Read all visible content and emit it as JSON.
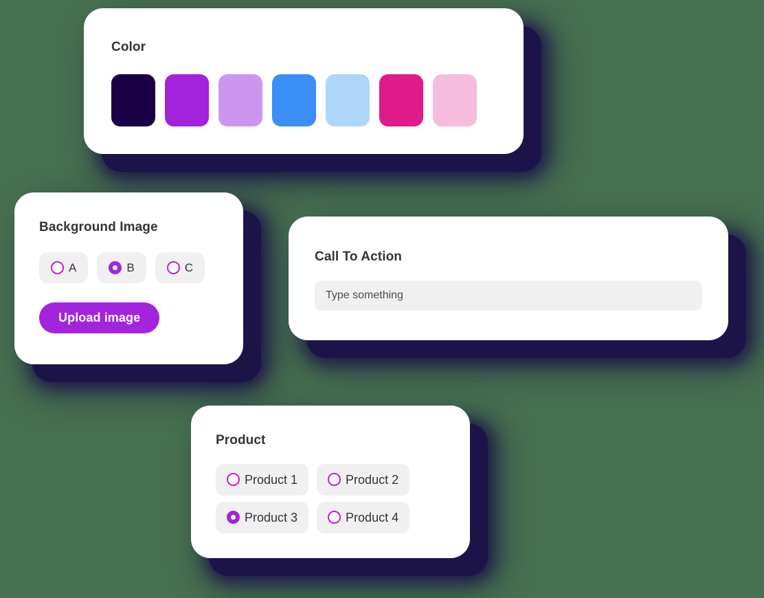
{
  "theme": {
    "page_background": "#47704F",
    "card_background": "#FFFFFF",
    "card_shadow": "#1C1449",
    "accent_purple": "#A424DD",
    "radio_ring": "#C41FC4",
    "chip_background": "#F0F0F0",
    "text_color": "#33343A"
  },
  "color_card": {
    "title": "Color",
    "swatches": [
      {
        "name": "swatch-dark-indigo",
        "hex": "#1A0045"
      },
      {
        "name": "swatch-purple",
        "hex": "#A322DB"
      },
      {
        "name": "swatch-light-purple",
        "hex": "#CD96EE"
      },
      {
        "name": "swatch-blue",
        "hex": "#3A8EF6"
      },
      {
        "name": "swatch-light-blue",
        "hex": "#AED6FB"
      },
      {
        "name": "swatch-magenta",
        "hex": "#E01A8B"
      },
      {
        "name": "swatch-light-pink",
        "hex": "#F5BCDE"
      }
    ]
  },
  "background_image_card": {
    "title": "Background Image",
    "options": [
      {
        "label": "A",
        "checked": false
      },
      {
        "label": "B",
        "checked": true
      },
      {
        "label": "C",
        "checked": false
      }
    ],
    "upload_button_label": "Upload image"
  },
  "call_to_action_card": {
    "title": "Call To Action",
    "input_value": "",
    "input_placeholder": "Type something"
  },
  "product_card": {
    "title": "Product",
    "options": [
      {
        "label": "Product 1",
        "checked": false
      },
      {
        "label": "Product 2",
        "checked": false
      },
      {
        "label": "Product 3",
        "checked": true
      },
      {
        "label": "Product 4",
        "checked": false
      }
    ]
  }
}
